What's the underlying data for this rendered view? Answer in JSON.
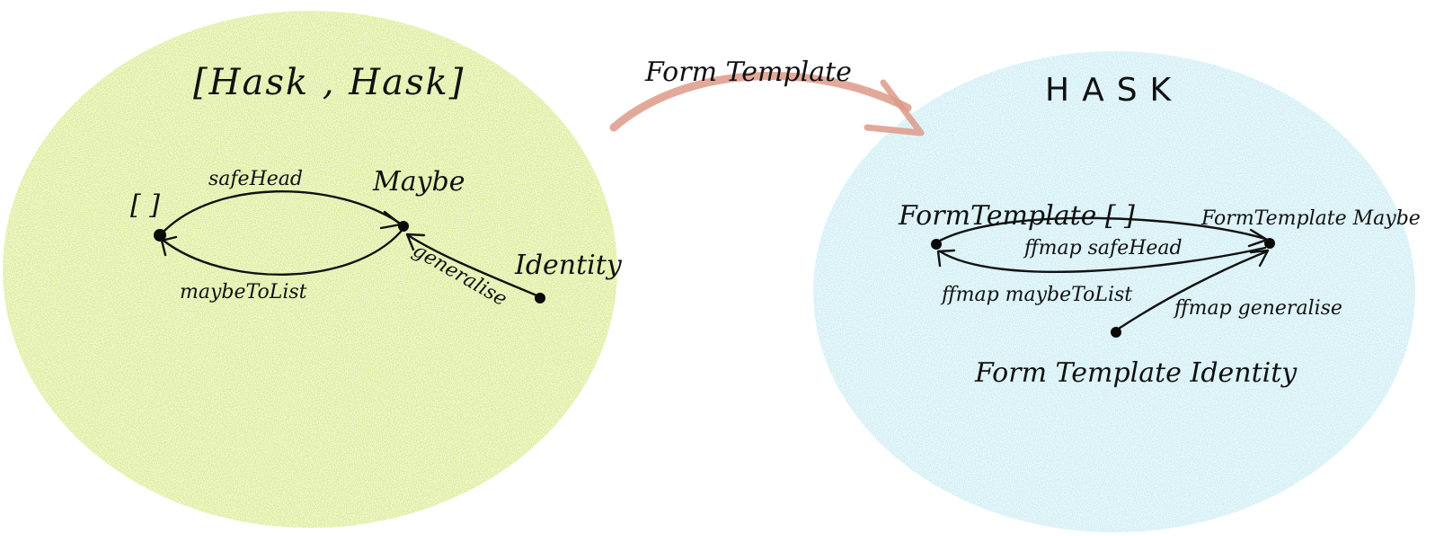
{
  "colors": {
    "left_blob": "#c4e052",
    "right_blob": "#a6e0ec",
    "functor_arrow": "#dd9a88",
    "ink": "#111111"
  },
  "functor": {
    "label": "Form Template"
  },
  "left_category": {
    "title": "[Hask , Hask]",
    "objects": {
      "list": "[ ]",
      "maybe": "Maybe",
      "identity": "Identity"
    },
    "morphisms": {
      "safe_head": "safeHead",
      "maybe_to_list": "maybeToList",
      "generalise": "generalise"
    }
  },
  "right_category": {
    "title": "HASK",
    "objects": {
      "list": "FormTemplate [ ]",
      "maybe": "FormTemplate Maybe",
      "identity": "Form Template Identity"
    },
    "morphisms": {
      "safe_head": "ffmap safeHead",
      "maybe_to_list": "ffmap maybeToList",
      "generalise": "ffmap generalise"
    }
  }
}
